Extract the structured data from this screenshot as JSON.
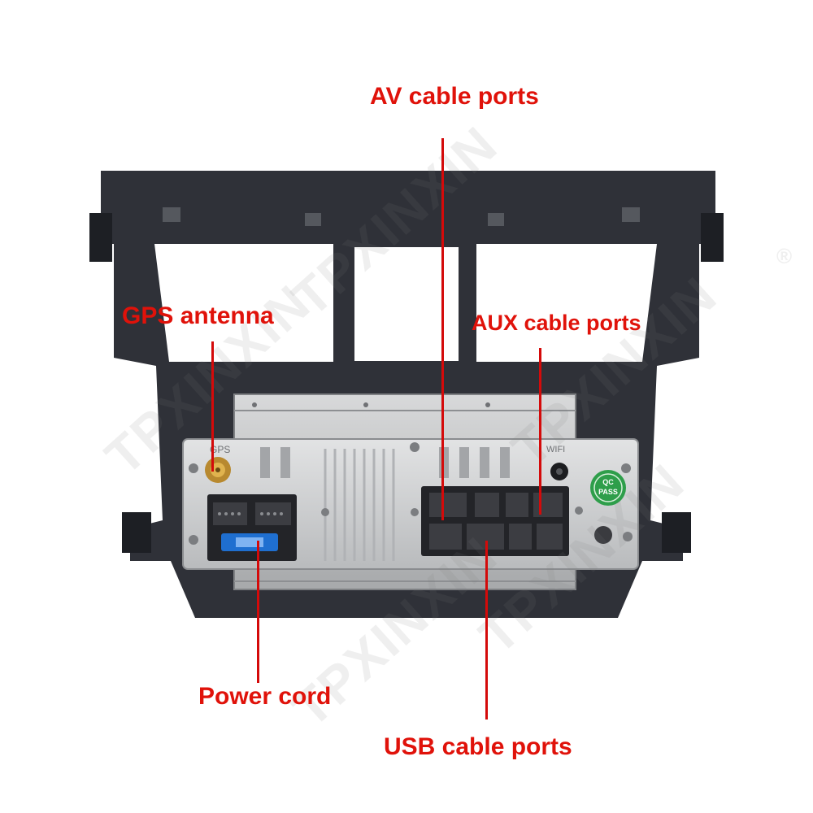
{
  "colors": {
    "label": "#e0120a",
    "leader": "#d40a0a",
    "bracket": "#2f3138",
    "bracket_dark": "#1d1f24",
    "panel": "#c9cbcd",
    "panel_light": "#dcdedf",
    "connector": "#232428",
    "fuse": "#1f6fd0",
    "pass_sticker": "#2e9e4a"
  },
  "watermark": {
    "brand": "TPXINXIN",
    "registered": "®"
  },
  "device": {
    "gps_port_label": "GPS",
    "wifi_port_label": "WIFI",
    "qc_sticker_top": "QC",
    "qc_sticker_bottom": "PASS"
  },
  "callouts": [
    {
      "id": "av",
      "text": "AV cable ports"
    },
    {
      "id": "gps",
      "text": "GPS antenna"
    },
    {
      "id": "aux",
      "text": "AUX cable ports"
    },
    {
      "id": "power",
      "text": "Power cord"
    },
    {
      "id": "usb",
      "text": "USB cable ports"
    }
  ]
}
